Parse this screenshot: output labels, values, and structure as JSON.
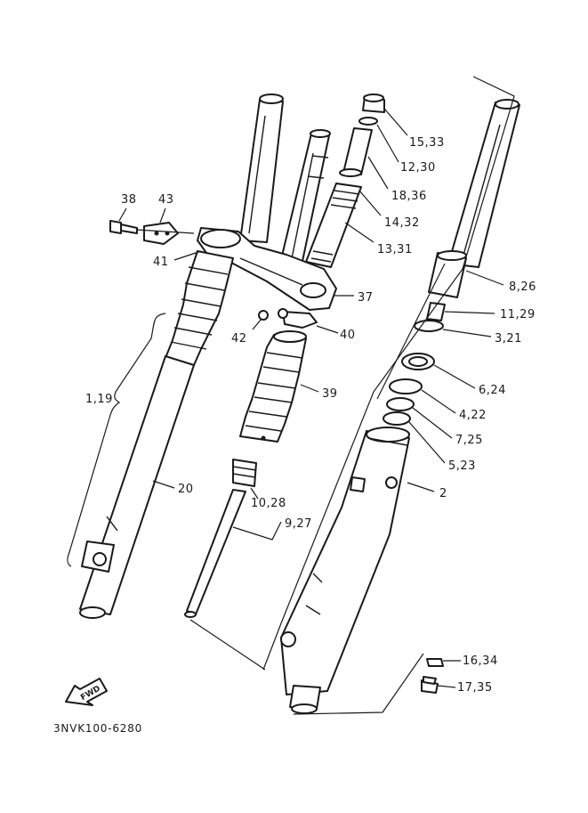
{
  "diagram_code": "3NVK100-6280",
  "fwd_label": "FWD",
  "callouts": {
    "c38": "38",
    "c43": "43",
    "c41": "41",
    "c1519": "15,33",
    "c1230": "12,30",
    "c1836": "18,36",
    "c1432": "14,32",
    "c1331": "13,31",
    "c37": "37",
    "c826": "8,26",
    "c1129": "11,29",
    "c321": "3,21",
    "c42": "42",
    "c40": "40",
    "c39": "39",
    "c119": "1,19",
    "c624": "6,24",
    "c422": "4,22",
    "c725": "7,25",
    "c523": "5,23",
    "c20": "20",
    "c2": "2",
    "c1028": "10,28",
    "c927": "9,27",
    "c1634": "16,34",
    "c1735": "17,35"
  }
}
